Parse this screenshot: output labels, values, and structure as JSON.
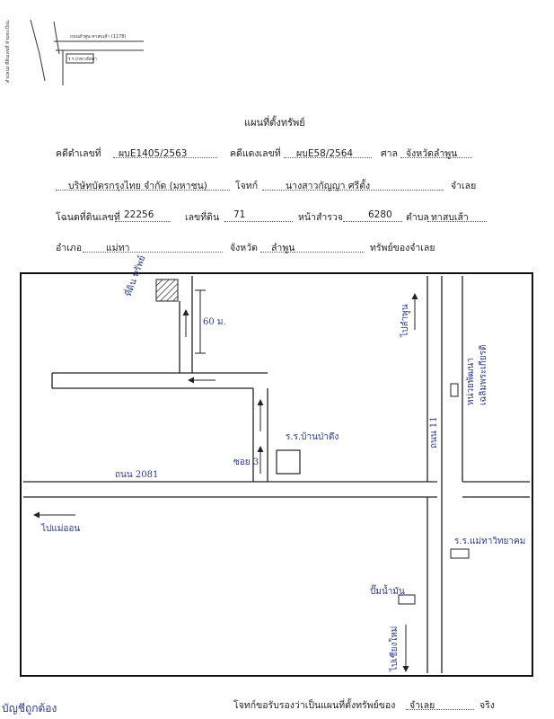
{
  "header_sketch": {
    "side_label": "ตำแหน่ง ที่ดินเลขที่ ท้ายทะเบียน",
    "road_label": "ถนนลำพูน-ทาสบเส้า (1178)",
    "box_label": "ร.ร.ป่าซางพิทยา"
  },
  "title": "แผนที่ตั้งทรัพย์",
  "form": {
    "black_case_label": "คดีดำเลขที่",
    "black_case_value": "ผบE1405/2563",
    "red_case_label": "คดีแดงเลขที่",
    "red_case_value": "ผบE58/2564",
    "court_label": "ศาล",
    "court_value": "จังหวัดลำพูน",
    "plaintiff_value": "บริษัทบัตรกรุงไทย จำกัด (มหาชน)",
    "plaintiff_label": "โจทก์",
    "defendant_value": "นางสาวกัญญา ศรีตั้ง",
    "defendant_label": "จำเลย",
    "deed_label": "โฉนดที่ดินเลขที่",
    "deed_value": "22256",
    "land_no_label": "เลขที่ดิน",
    "land_no_value": "71",
    "survey_label": "หน้าสำรวจ",
    "survey_value": "6280",
    "subdistrict_label": "ตำบล",
    "subdistrict_value": "ทาสบเส้า",
    "district_label": "อำเภอ",
    "district_value": "แม่ทา",
    "province_label": "จังหวัด",
    "province_value": "ลำพูน",
    "owner_label": "ทรัพย์ของจำเลย"
  },
  "map": {
    "property_label": "ที่ดิน ทรัพย์",
    "distance_label": "60 ม.",
    "soi_label": "ซอย 3",
    "school_label": "ร.ร.บ้านป่าตึง",
    "road_2081_label": "ถนน 2081",
    "road_11_label": "ถนน 11",
    "to_lamphun_label": "ไปลำพูน",
    "to_hot_label": "ไปแม่ออน",
    "to_chiangmai_label": "ไปเชียงใหม่",
    "hospital_label": "ร.ร.แม่ทาวิทยาคม",
    "police_label": "หน่วยพัฒนา เฉลิมพระเกียรติ",
    "gas_station_label": "ปั๊มน้ำมัน"
  },
  "footer": {
    "certify_text": "โจทก์ขอรับรองว่าเป็นแผนที่ตั้งทรัพย์ของ",
    "footer_defendant": "จำเลย",
    "true_label": "จริง",
    "signature_text": "บัญชีถูกต้อง"
  }
}
